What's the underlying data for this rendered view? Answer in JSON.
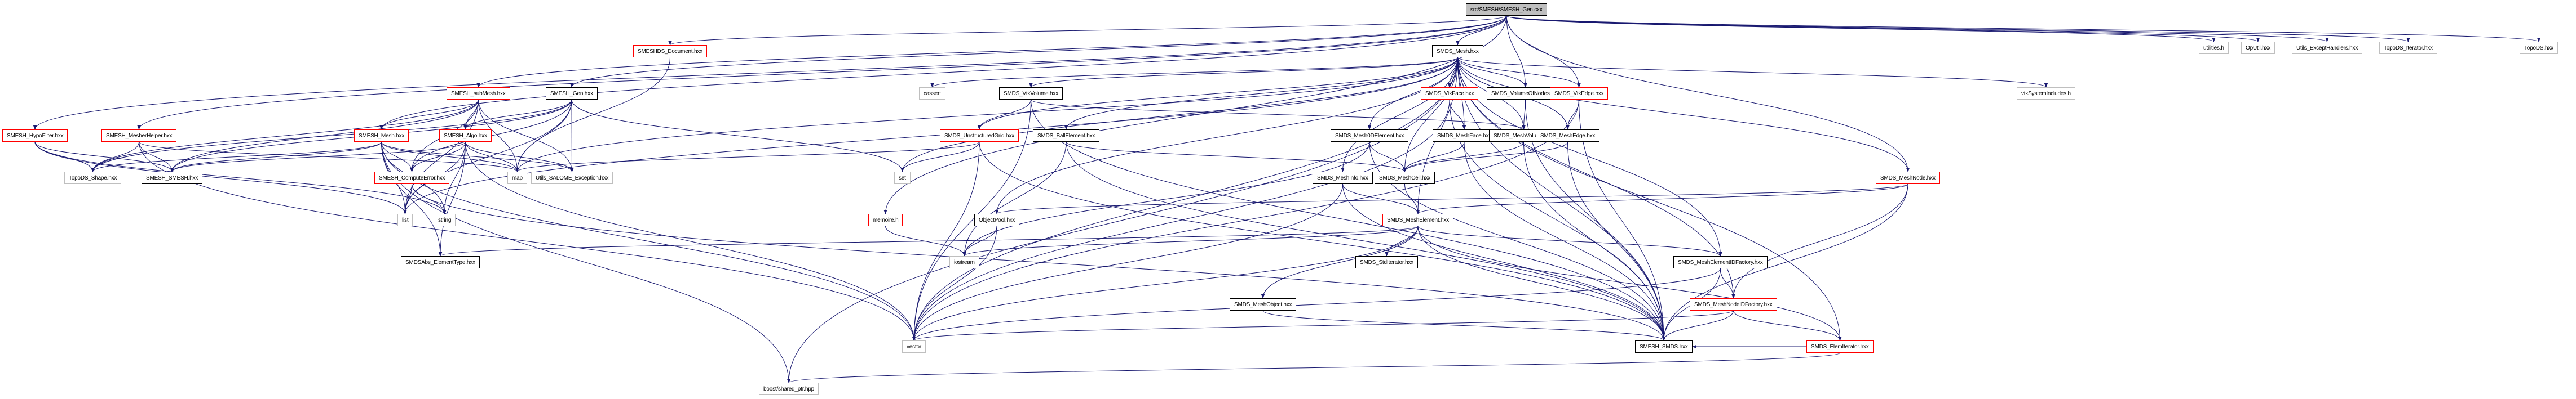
{
  "title": "src/SMESH/SMESH_Gen.cxx",
  "legend_note": "Include dependency graph",
  "colors": {
    "edge": "#191970",
    "root_fill": "#bfbfbf",
    "documented_border": "#000000",
    "truncated_border": "#ff0000",
    "external_border": "#bfbfbf"
  },
  "nodes": [
    {
      "id": "root",
      "label": "src/SMESH/SMESH_Gen.cxx",
      "kind": "root"
    },
    {
      "id": "utilities",
      "label": "utilities.h",
      "kind": "ext"
    },
    {
      "id": "oputil",
      "label": "OpUtil.hxx",
      "kind": "ext"
    },
    {
      "id": "utils_except",
      "label": "Utils_ExceptHandlers.hxx",
      "kind": "ext"
    },
    {
      "id": "topods_iter",
      "label": "TopoDS_Iterator.hxx",
      "kind": "ext"
    },
    {
      "id": "topods",
      "label": "TopoDS.hxx",
      "kind": "ext"
    },
    {
      "id": "smeshds_doc",
      "label": "SMESHDS_Document.hxx",
      "kind": "trunc"
    },
    {
      "id": "smds_mesh",
      "label": "SMDS_Mesh.hxx",
      "kind": "ref"
    },
    {
      "id": "smesh_submesh",
      "label": "SMESH_subMesh.hxx",
      "kind": "trunc"
    },
    {
      "id": "smesh_gen",
      "label": "SMESH_Gen.hxx",
      "kind": "ref"
    },
    {
      "id": "cassert",
      "label": "cassert",
      "kind": "ext"
    },
    {
      "id": "smds_vtkvolume",
      "label": "SMDS_VtkVolume.hxx",
      "kind": "ref"
    },
    {
      "id": "smds_vtkface",
      "label": "SMDS_VtkFace.hxx",
      "kind": "trunc"
    },
    {
      "id": "smds_volnodes",
      "label": "SMDS_VolumeOfNodes.hxx",
      "kind": "ref"
    },
    {
      "id": "smds_vtkedge",
      "label": "SMDS_VtkEdge.hxx",
      "kind": "trunc"
    },
    {
      "id": "vtksys",
      "label": "vtkSystemIncludes.h",
      "kind": "ext"
    },
    {
      "id": "hypofilter",
      "label": "SMESH_HypoFilter.hxx",
      "kind": "trunc"
    },
    {
      "id": "mesherhelper",
      "label": "SMESH_MesherHelper.hxx",
      "kind": "trunc"
    },
    {
      "id": "smesh_mesh",
      "label": "SMESH_Mesh.hxx",
      "kind": "trunc"
    },
    {
      "id": "smesh_algo",
      "label": "SMESH_Algo.hxx",
      "kind": "trunc"
    },
    {
      "id": "unstructgrid",
      "label": "SMDS_UnstructuredGrid.hxx",
      "kind": "trunc"
    },
    {
      "id": "ballelem",
      "label": "SMDS_BallElement.hxx",
      "kind": "ref"
    },
    {
      "id": "mesh0d",
      "label": "SMDS_Mesh0DElement.hxx",
      "kind": "ref"
    },
    {
      "id": "meshface",
      "label": "SMDS_MeshFace.hxx",
      "kind": "ref"
    },
    {
      "id": "meshvolume",
      "label": "SMDS_MeshVolume.hxx",
      "kind": "ref"
    },
    {
      "id": "meshedge",
      "label": "SMDS_MeshEdge.hxx",
      "kind": "ref"
    },
    {
      "id": "topods_shape",
      "label": "TopoDS_Shape.hxx",
      "kind": "ext"
    },
    {
      "id": "smesh_smesh",
      "label": "SMESH_SMESH.hxx",
      "kind": "ref"
    },
    {
      "id": "computeerror",
      "label": "SMESH_ComputeError.hxx",
      "kind": "trunc"
    },
    {
      "id": "map",
      "label": "map",
      "kind": "ext"
    },
    {
      "id": "utils_salome",
      "label": "Utils_SALOME_Exception.hxx",
      "kind": "ext"
    },
    {
      "id": "set",
      "label": "set",
      "kind": "ext"
    },
    {
      "id": "meshinfo",
      "label": "SMDS_MeshInfo.hxx",
      "kind": "ref"
    },
    {
      "id": "meshcell",
      "label": "SMDS_MeshCell.hxx",
      "kind": "ref"
    },
    {
      "id": "meshnode",
      "label": "SMDS_MeshNode.hxx",
      "kind": "trunc"
    },
    {
      "id": "list",
      "label": "list",
      "kind": "ext"
    },
    {
      "id": "string",
      "label": "string",
      "kind": "ext"
    },
    {
      "id": "memoire",
      "label": "memoire.h",
      "kind": "trunc"
    },
    {
      "id": "objectpool",
      "label": "ObjectPool.hxx",
      "kind": "ref"
    },
    {
      "id": "meshelement",
      "label": "SMDS_MeshElement.hxx",
      "kind": "trunc"
    },
    {
      "id": "smdsabs",
      "label": "SMDSAbs_ElementType.hxx",
      "kind": "ref"
    },
    {
      "id": "istream",
      "label": "iostream",
      "kind": "ext"
    },
    {
      "id": "stditer",
      "label": "SMDS_StdIterator.hxx",
      "kind": "ref"
    },
    {
      "id": "elemidfactory",
      "label": "SMDS_MeshElementIDFactory.hxx",
      "kind": "ref"
    },
    {
      "id": "meshobject",
      "label": "SMDS_MeshObject.hxx",
      "kind": "ref"
    },
    {
      "id": "nodeidfactory",
      "label": "SMDS_MeshNodeIDFactory.hxx",
      "kind": "trunc"
    },
    {
      "id": "vector",
      "label": "vector",
      "kind": "ext"
    },
    {
      "id": "smesh_smds",
      "label": "SMESH_SMDS.hxx",
      "kind": "ref"
    },
    {
      "id": "elemiterator",
      "label": "SMDS_ElemIterator.hxx",
      "kind": "trunc"
    },
    {
      "id": "boost",
      "label": "boost/shared_ptr.hpp",
      "kind": "ext"
    }
  ],
  "edges": [
    [
      "root",
      "utilities"
    ],
    [
      "root",
      "oputil"
    ],
    [
      "root",
      "utils_except"
    ],
    [
      "root",
      "topods_iter"
    ],
    [
      "root",
      "topods"
    ],
    [
      "root",
      "smeshds_doc"
    ],
    [
      "root",
      "smds_mesh"
    ],
    [
      "root",
      "smesh_submesh"
    ],
    [
      "root",
      "smesh_gen"
    ],
    [
      "root",
      "hypofilter"
    ],
    [
      "root",
      "mesherhelper"
    ],
    [
      "root",
      "smesh_mesh"
    ],
    [
      "root",
      "memoire"
    ],
    [
      "root",
      "meshnode"
    ],
    [
      "root",
      "smds_vtkedge"
    ],
    [
      "root",
      "smds_volnodes"
    ],
    [
      "smesh_gen",
      "smesh_algo"
    ],
    [
      "smesh_gen",
      "map"
    ],
    [
      "smesh_gen",
      "list"
    ],
    [
      "smesh_gen",
      "set"
    ],
    [
      "smesh_gen",
      "utils_salome"
    ],
    [
      "smesh_gen",
      "computeerror"
    ],
    [
      "smesh_gen",
      "smesh_smesh"
    ],
    [
      "smesh_gen",
      "topods_shape"
    ],
    [
      "smesh_submesh",
      "smesh_algo"
    ],
    [
      "smesh_submesh",
      "map"
    ],
    [
      "smesh_submesh",
      "list"
    ],
    [
      "smesh_submesh",
      "topods_shape"
    ],
    [
      "smesh_submesh",
      "smesh_smesh"
    ],
    [
      "smesh_submesh",
      "computeerror"
    ],
    [
      "smesh_submesh",
      "utils_salome"
    ],
    [
      "smesh_submesh",
      "smesh_mesh"
    ],
    [
      "hypofilter",
      "topods_shape"
    ],
    [
      "hypofilter",
      "smesh_smesh"
    ],
    [
      "hypofilter",
      "list"
    ],
    [
      "hypofilter",
      "string"
    ],
    [
      "mesherhelper",
      "topods_shape"
    ],
    [
      "mesherhelper",
      "smesh_smesh"
    ],
    [
      "mesherhelper",
      "map"
    ],
    [
      "mesherhelper",
      "vector"
    ],
    [
      "smesh_mesh",
      "computeerror"
    ],
    [
      "smesh_mesh",
      "list"
    ],
    [
      "smesh_mesh",
      "map"
    ],
    [
      "smesh_mesh",
      "smesh_smesh"
    ],
    [
      "smesh_mesh",
      "topods_shape"
    ],
    [
      "smesh_mesh",
      "utils_salome"
    ],
    [
      "smesh_mesh",
      "vector"
    ],
    [
      "smesh_mesh",
      "smdsabs"
    ],
    [
      "smesh_mesh",
      "boost"
    ],
    [
      "smesh_mesh",
      "string"
    ],
    [
      "smesh_algo",
      "computeerror"
    ],
    [
      "smesh_algo",
      "list"
    ],
    [
      "smesh_algo",
      "string"
    ],
    [
      "smesh_algo",
      "map"
    ],
    [
      "smesh_algo",
      "smdsabs"
    ],
    [
      "smesh_algo",
      "vector"
    ],
    [
      "smesh_algo",
      "smesh_smesh"
    ],
    [
      "smesh_algo",
      "utils_salome"
    ],
    [
      "computeerror",
      "list"
    ],
    [
      "computeerror",
      "string"
    ],
    [
      "computeerror",
      "smesh_smds"
    ],
    [
      "smeshds_doc",
      "map"
    ],
    [
      "smds_mesh",
      "cassert"
    ],
    [
      "smds_mesh",
      "set"
    ],
    [
      "smds_mesh",
      "list"
    ],
    [
      "smds_mesh",
      "map"
    ],
    [
      "smds_mesh",
      "vector"
    ],
    [
      "smds_mesh",
      "smds_vtkvolume"
    ],
    [
      "smds_mesh",
      "smds_vtkface"
    ],
    [
      "smds_mesh",
      "smds_volnodes"
    ],
    [
      "smds_mesh",
      "smds_vtkedge"
    ],
    [
      "smds_mesh",
      "unstructgrid"
    ],
    [
      "smds_mesh",
      "ballelem"
    ],
    [
      "smds_mesh",
      "mesh0d"
    ],
    [
      "smds_mesh",
      "meshface"
    ],
    [
      "smds_mesh",
      "meshvolume"
    ],
    [
      "smds_mesh",
      "meshedge"
    ],
    [
      "smds_mesh",
      "meshinfo"
    ],
    [
      "smds_mesh",
      "meshcell"
    ],
    [
      "smds_mesh",
      "meshnode"
    ],
    [
      "smds_mesh",
      "objectpool"
    ],
    [
      "smds_mesh",
      "meshelement"
    ],
    [
      "smds_mesh",
      "elemidfactory"
    ],
    [
      "smds_mesh",
      "nodeidfactory"
    ],
    [
      "smds_mesh",
      "smesh_smds"
    ],
    [
      "smds_mesh",
      "boost"
    ],
    [
      "smds_mesh",
      "vtksys"
    ],
    [
      "smds_mesh",
      "elemiterator"
    ],
    [
      "smds_vtkvolume",
      "unstructgrid"
    ],
    [
      "smds_vtkvolume",
      "meshvolume"
    ],
    [
      "smds_vtkvolume",
      "vector"
    ],
    [
      "smds_vtkvolume",
      "smesh_smds"
    ],
    [
      "smds_vtkface",
      "meshface"
    ],
    [
      "smds_vtkface",
      "vector"
    ],
    [
      "smds_vtkface",
      "smesh_smds"
    ],
    [
      "smds_volnodes",
      "meshvolume"
    ],
    [
      "smds_volnodes",
      "smesh_smds"
    ],
    [
      "smds_vtkedge",
      "meshedge"
    ],
    [
      "smds_vtkedge",
      "vector"
    ],
    [
      "smds_vtkedge",
      "smesh_smds"
    ],
    [
      "unstructgrid",
      "set"
    ],
    [
      "unstructgrid",
      "vector"
    ],
    [
      "unstructgrid",
      "map"
    ],
    [
      "unstructgrid",
      "smesh_smds"
    ],
    [
      "ballelem",
      "meshcell"
    ],
    [
      "ballelem",
      "istream"
    ],
    [
      "ballelem",
      "smesh_smds"
    ],
    [
      "mesh0d",
      "meshcell"
    ],
    [
      "mesh0d",
      "istream"
    ],
    [
      "mesh0d",
      "smesh_smds"
    ],
    [
      "meshface",
      "meshcell"
    ],
    [
      "meshface",
      "smesh_smds"
    ],
    [
      "meshvolume",
      "meshcell"
    ],
    [
      "meshvolume",
      "smesh_smds"
    ],
    [
      "meshedge",
      "meshcell"
    ],
    [
      "meshedge",
      "smesh_smds"
    ],
    [
      "meshinfo",
      "meshelement"
    ],
    [
      "meshinfo",
      "vector"
    ],
    [
      "meshinfo",
      "smesh_smds"
    ],
    [
      "meshcell",
      "meshelement"
    ],
    [
      "meshnode",
      "meshelement"
    ],
    [
      "meshnode",
      "objectpool"
    ],
    [
      "meshnode",
      "smesh_smds"
    ],
    [
      "meshnode",
      "nodeidfactory"
    ],
    [
      "objectpool",
      "istream"
    ],
    [
      "objectpool",
      "vector"
    ],
    [
      "memoire",
      "istream"
    ],
    [
      "meshelement",
      "smdsabs"
    ],
    [
      "meshelement",
      "istream"
    ],
    [
      "meshelement",
      "stditer"
    ],
    [
      "meshelement",
      "elemidfactory"
    ],
    [
      "meshelement",
      "meshobject"
    ],
    [
      "meshelement",
      "vector"
    ],
    [
      "meshelement",
      "smesh_smds"
    ],
    [
      "meshelement",
      "elemiterator"
    ],
    [
      "elemidfactory",
      "nodeidfactory"
    ],
    [
      "elemidfactory",
      "vector"
    ],
    [
      "elemidfactory",
      "smesh_smds"
    ],
    [
      "nodeidfactory",
      "smesh_smds"
    ],
    [
      "nodeidfactory",
      "vector"
    ],
    [
      "nodeidfactory",
      "elemiterator"
    ],
    [
      "meshobject",
      "smesh_smds"
    ],
    [
      "elemiterator",
      "boost"
    ],
    [
      "elemiterator",
      "smesh_smds"
    ]
  ]
}
